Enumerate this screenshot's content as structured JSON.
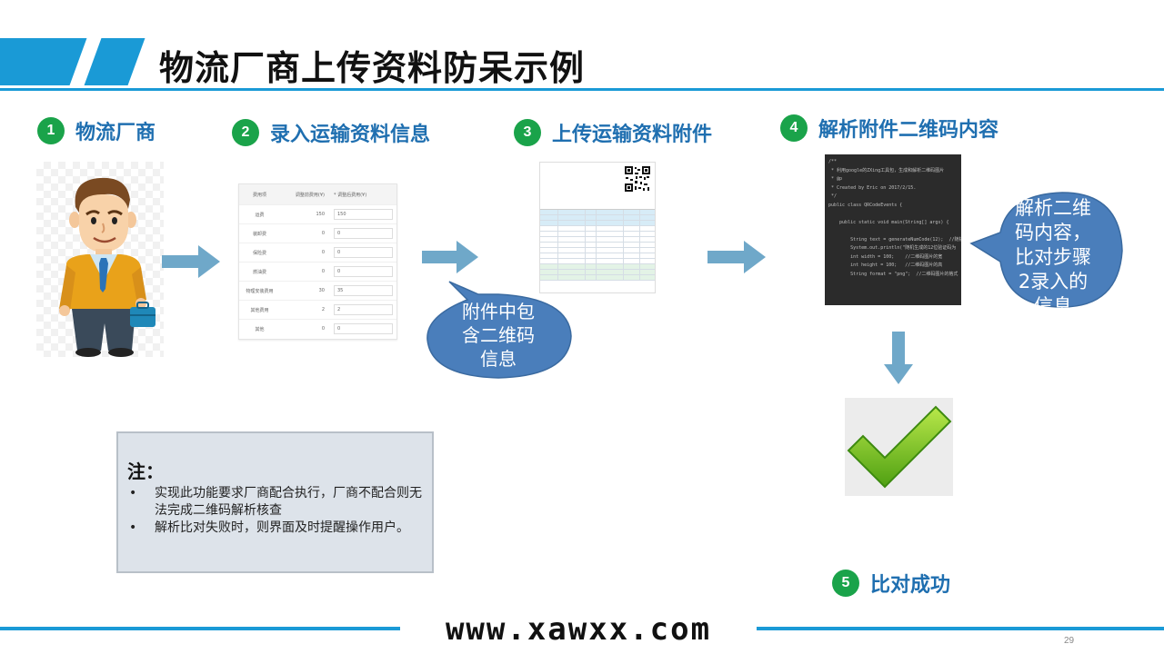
{
  "slide": {
    "title": "物流厂商上传资料防呆示例",
    "page_number": "29",
    "watermark": "www.xawxx.com",
    "accent_color": "#1a9ad6",
    "step_number_color": "#1aa34a",
    "step_label_color": "#1f6fb0",
    "callout_color": "#4a7ebb",
    "arrow_color": "#6fa8c9"
  },
  "steps": [
    {
      "number": "1",
      "label": "物流厂商"
    },
    {
      "number": "2",
      "label": "录入运输资料信息"
    },
    {
      "number": "3",
      "label": "上传运输资料附件"
    },
    {
      "number": "4",
      "label": "解析附件二维码内容"
    },
    {
      "number": "5",
      "label": "比对成功"
    }
  ],
  "callouts": {
    "qr_in_attachment": [
      "附件中包",
      "含二维码",
      "信息"
    ],
    "parse_compare": [
      "解析二维",
      "码内容，",
      "比对步骤",
      "2录入的",
      "信息"
    ]
  },
  "note": {
    "title": "注：",
    "items": [
      "实现此功能要求厂商配合执行，厂商不配合则无法完成二维码解析核查",
      "解析比对失败时，则界面及时提醒操作用户。"
    ]
  },
  "icons": {
    "person": "businessman-with-briefcase-icon",
    "arrow": "right-arrow-icon",
    "down_arrow": "down-arrow-icon",
    "success": "green-checkmark-icon"
  }
}
